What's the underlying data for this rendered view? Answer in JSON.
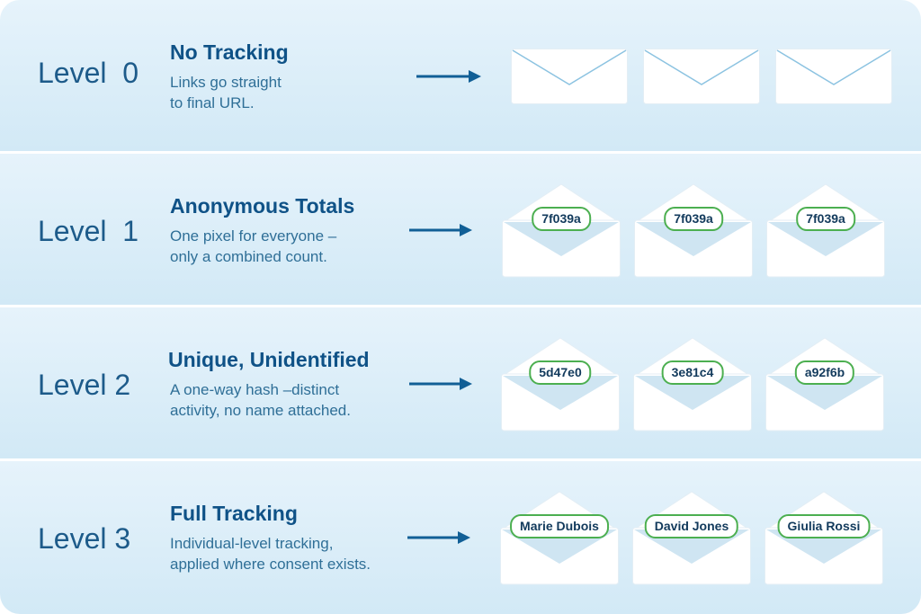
{
  "colors": {
    "row_background": "#dbeef8",
    "level_text": "#1d5b8a",
    "title_text": "#0f5287",
    "description_text": "#2f6f97",
    "arrow": "#115f96",
    "badge_border": "#4caf50",
    "envelope_line": "#8cc3e1"
  },
  "levels": [
    {
      "label": "Level  0",
      "title": "No Tracking",
      "desc_line1": "Links go straight",
      "desc_line2": "to final URL.",
      "badges": []
    },
    {
      "label": "Level  1",
      "title": "Anonymous Totals",
      "desc_line1": "One pixel for everyone –",
      "desc_line2": "only a combined count.",
      "badges": [
        "7f039a",
        "7f039a",
        "7f039a"
      ]
    },
    {
      "label": "Level 2",
      "title": "Unique, Unidentified",
      "desc_line1": "A one-way hash –distinct",
      "desc_line2": "activity, no name attached.",
      "badges": [
        "5d47e0",
        "3e81c4",
        "a92f6b"
      ]
    },
    {
      "label": "Level 3",
      "title": "Full Tracking",
      "desc_line1": "Individual-level tracking,",
      "desc_line2": "applied where consent exists.",
      "badges": [
        "Marie Dubois",
        "David Jones",
        "Giulia Rossi"
      ]
    }
  ]
}
